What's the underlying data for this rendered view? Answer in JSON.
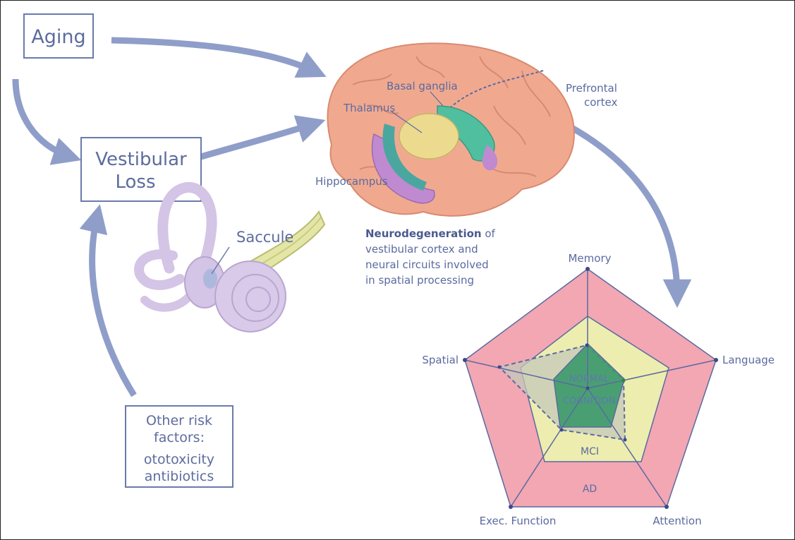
{
  "boxes": {
    "aging": "Aging",
    "vestibular_loss_line1": "Vestibular",
    "vestibular_loss_line2": "Loss",
    "other_risk_line1": "Other risk",
    "other_risk_line2": "factors:",
    "other_risk_line3": "ototoxicity",
    "other_risk_line4": "antibiotics"
  },
  "ear": {
    "saccule": "Saccule"
  },
  "brain": {
    "basal_ganglia": "Basal ganglia",
    "thalamus": "Thalamus",
    "prefrontal_line1": "Prefrontal",
    "prefrontal_line2": "cortex",
    "hippocampus": "Hippocampus"
  },
  "caption": {
    "bold": "Neurodegeneration",
    "line1_rest": " of",
    "line2": "vestibular cortex and",
    "line3": "neural circuits involved",
    "line4": "in spatial processing"
  },
  "radar": {
    "axes": [
      "Memory",
      "Language",
      "Attention",
      "Exec. Function",
      "Spatial"
    ],
    "zones": {
      "normal_line1": "NORMAL",
      "normal_line2": "COGNITION",
      "mci": "MCI",
      "ad": "AD"
    }
  },
  "colors": {
    "arrow": "#8f9dc9",
    "label": "#5a6aa0",
    "ad_zone": "#f2a7b3",
    "mci_zone": "#ededb0",
    "normal_zone": "#3e9a6c",
    "brain": "#f0a98f",
    "ear": "#d4c4e6"
  }
}
